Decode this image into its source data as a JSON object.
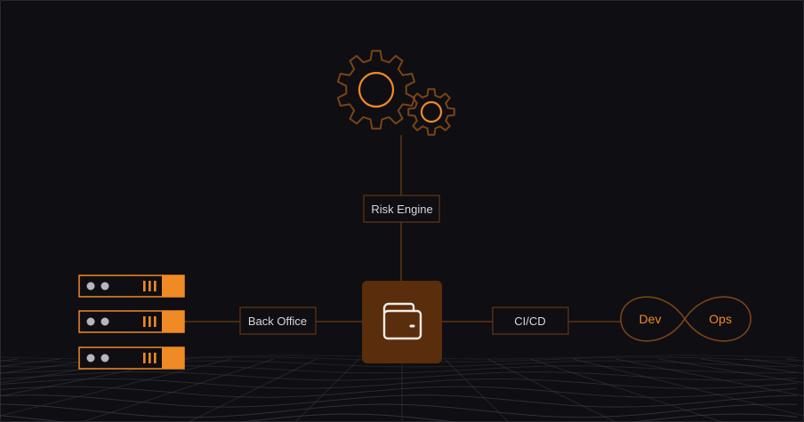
{
  "diagram": {
    "nodes": {
      "risk_engine": "Risk Engine",
      "back_office": "Back Office",
      "cicd": "CI/CD"
    },
    "devops": {
      "dev": "Dev",
      "ops": "Ops"
    },
    "icons": {
      "center": "wallet-icon",
      "top": "gears-icon",
      "left": "server-rack-icon",
      "right": "infinity-loop-icon"
    },
    "colors": {
      "background": "#0f0e13",
      "accent": "#f08a24",
      "line": "#5e3411",
      "hub": "#5a2d0c",
      "text": "#d9d6dc"
    }
  }
}
